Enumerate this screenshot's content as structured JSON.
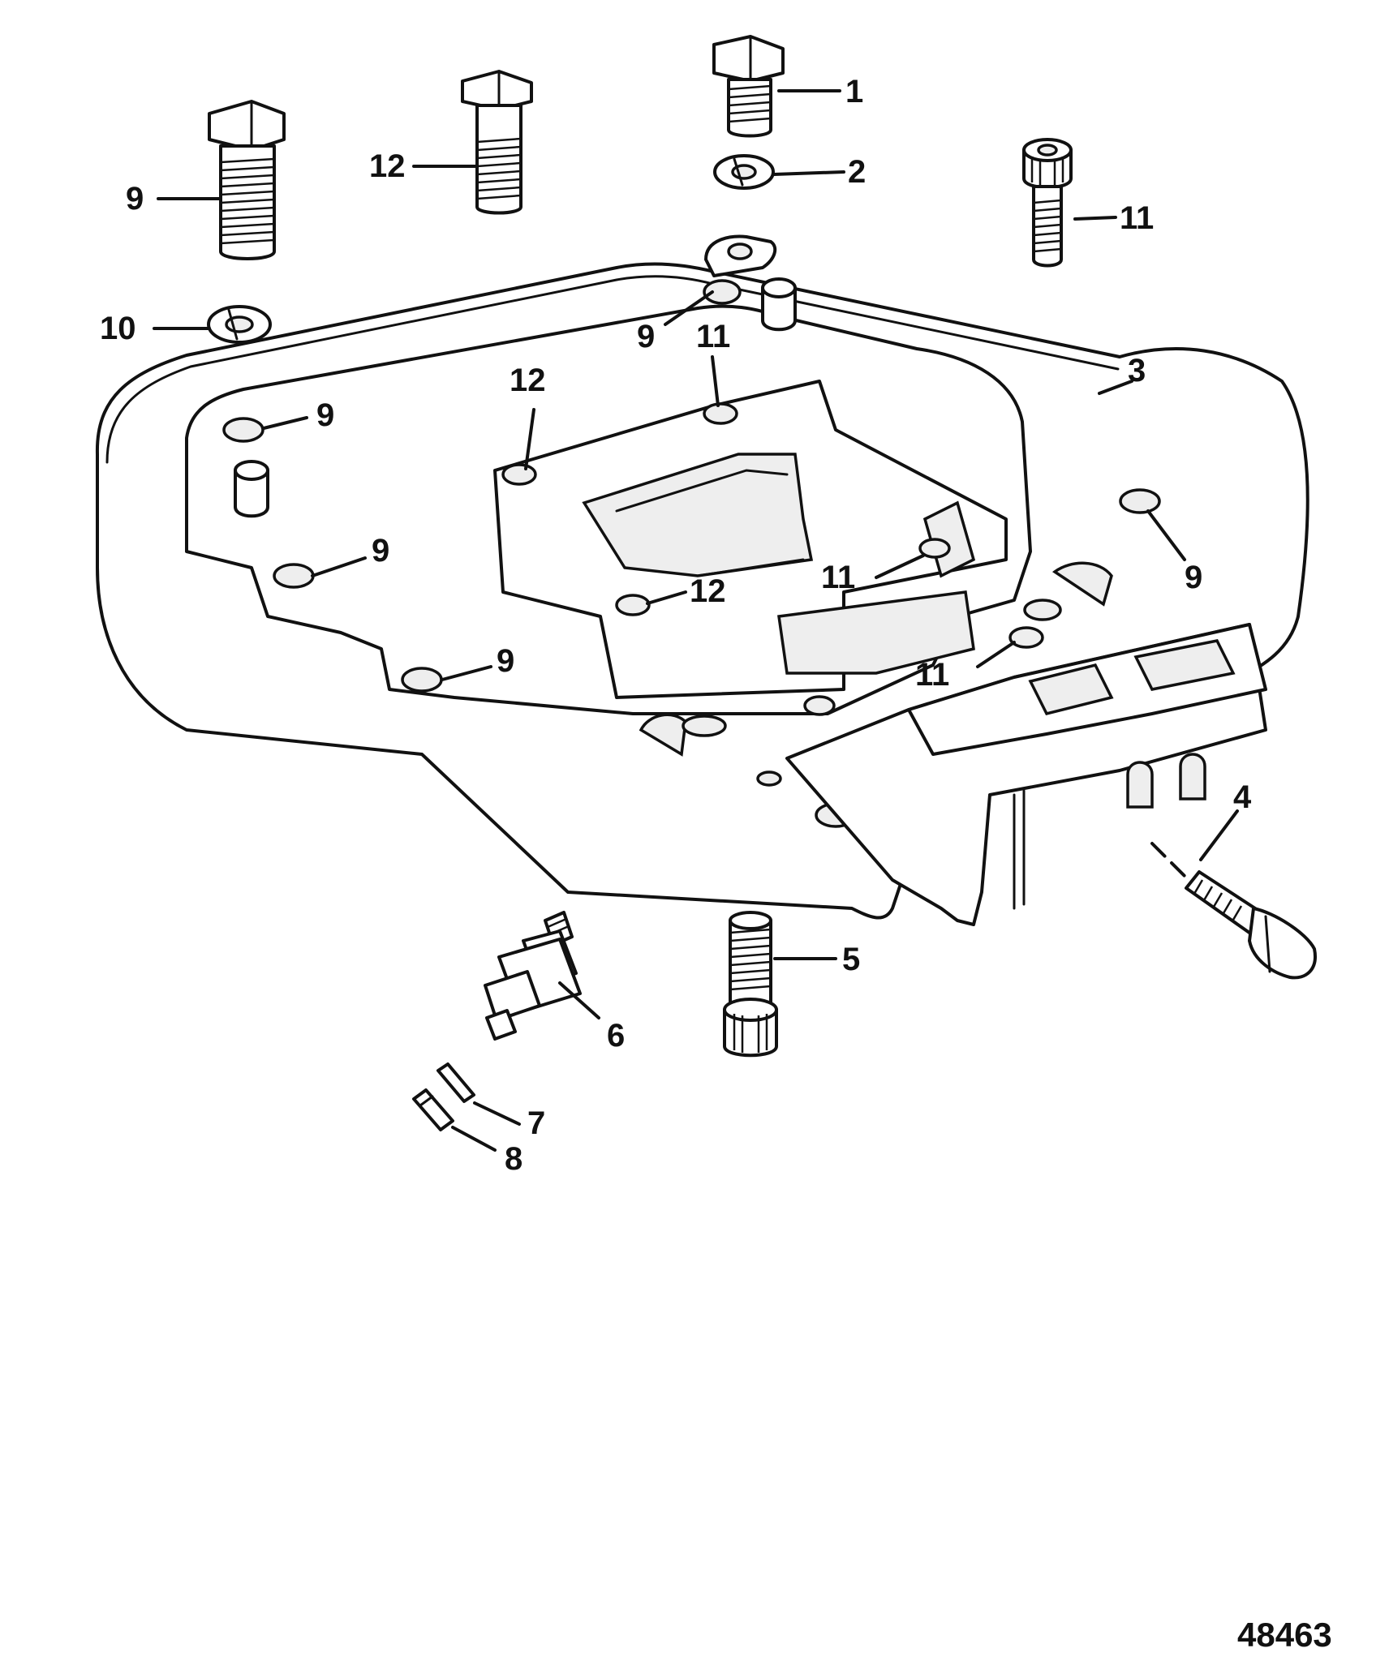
{
  "figure_number": "48463",
  "callouts": {
    "c1": "1",
    "c2": "2",
    "c3": "3",
    "c4": "4",
    "c5": "5",
    "c6": "6",
    "c7": "7",
    "c8": "8",
    "c9": "9",
    "c10": "10",
    "c11": "11",
    "c12": "12"
  }
}
